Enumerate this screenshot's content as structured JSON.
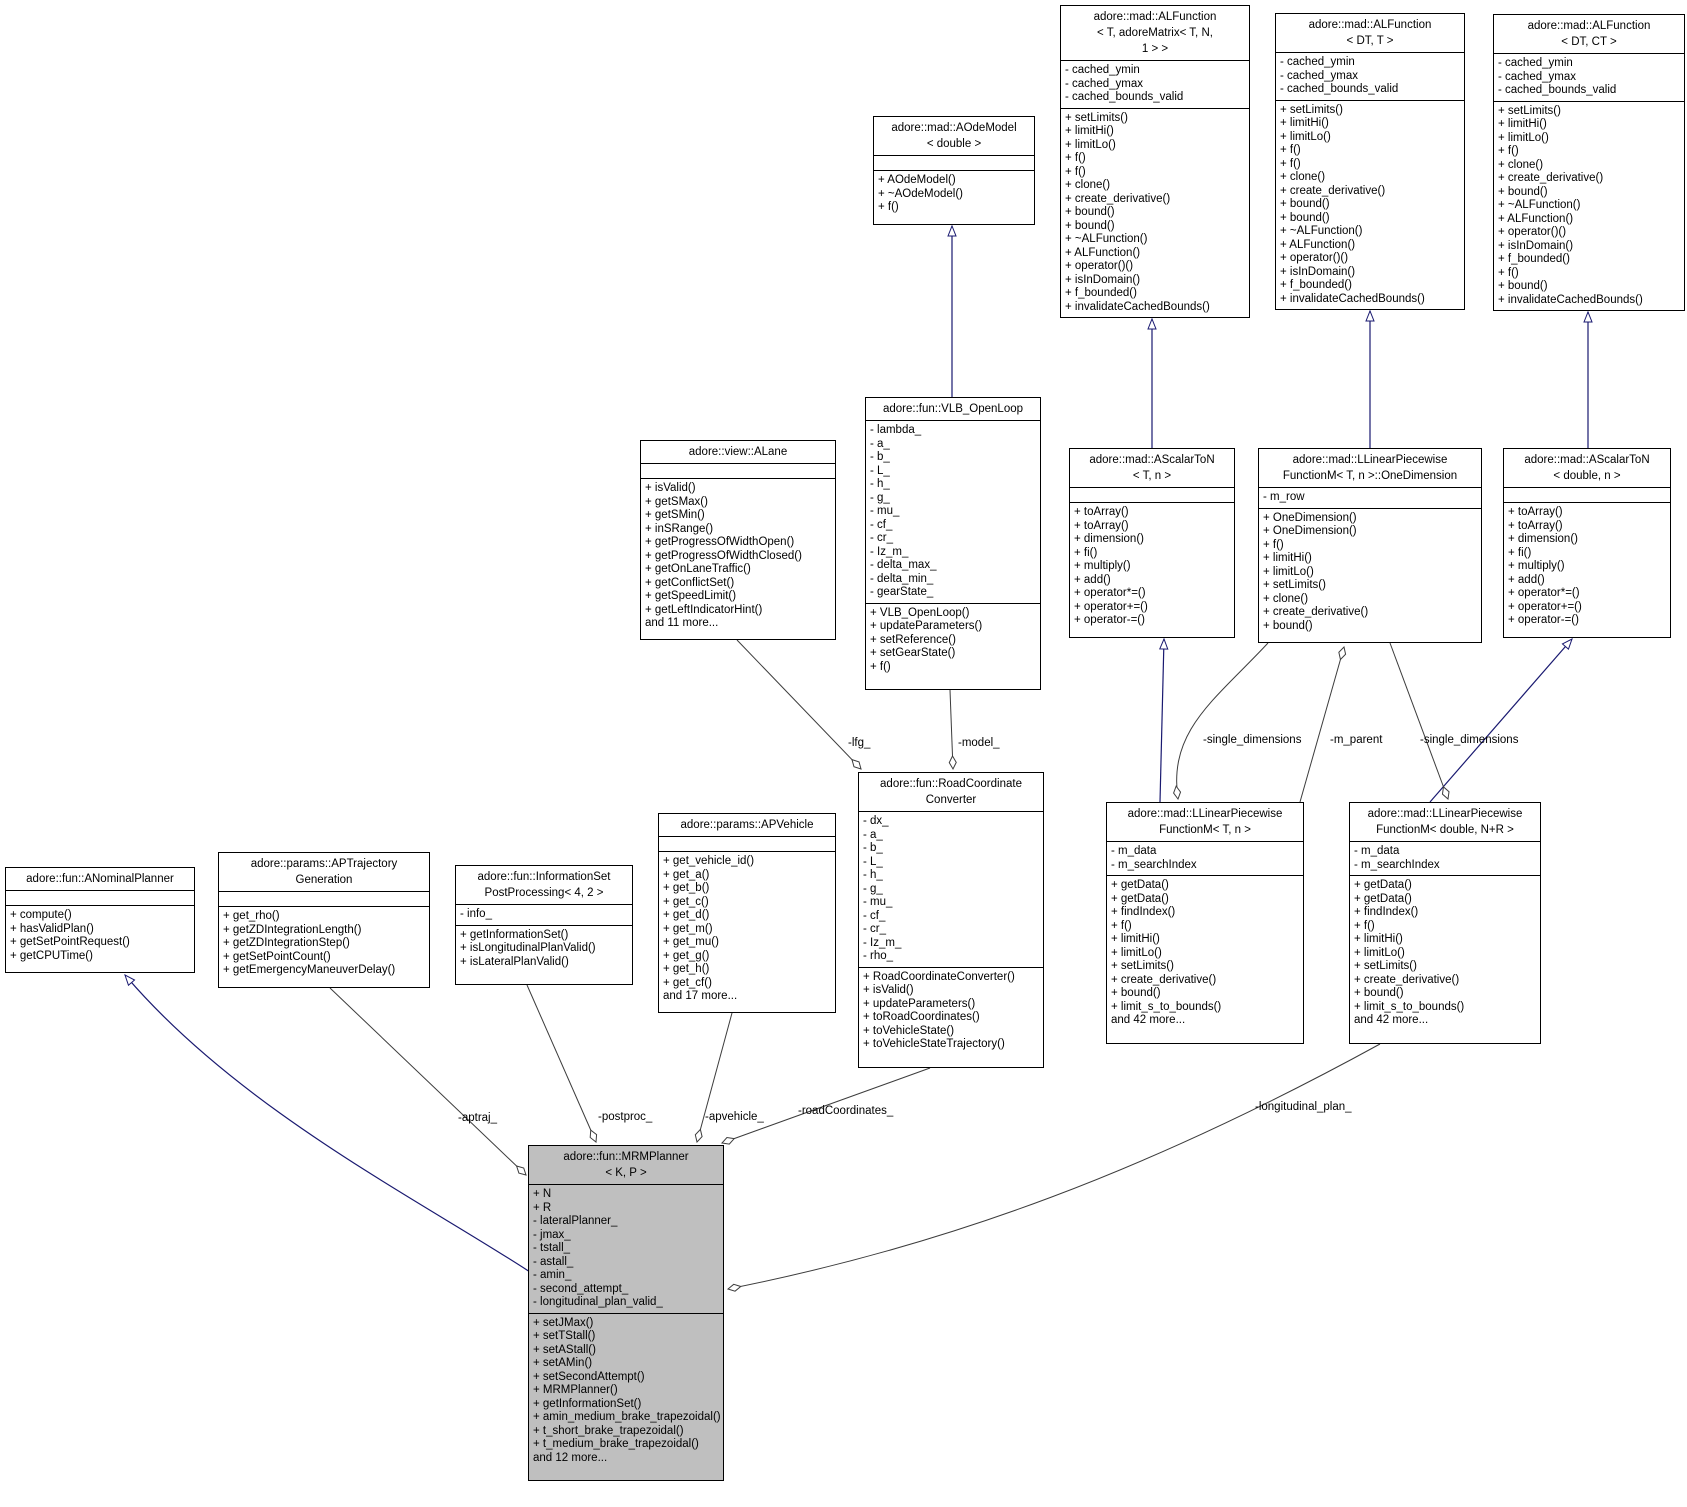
{
  "classes": {
    "alf_matrix": {
      "title": "adore::mad::ALFunction\n< T, adoreMatrix< T, N,\n1 > >",
      "attributes": [
        "- cached_ymin",
        "- cached_ymax",
        "- cached_bounds_valid"
      ],
      "methods": [
        "+ setLimits()",
        "+ limitHi()",
        "+ limitLo()",
        "+ f()",
        "+ f()",
        "+ clone()",
        "+ create_derivative()",
        "+ bound()",
        "+ bound()",
        "+ ~ALFunction()",
        "+ ALFunction()",
        "+ operator()()",
        "+ isInDomain()",
        "+ f_bounded()",
        "+ invalidateCachedBounds()"
      ]
    },
    "alf_dt_t": {
      "title": "adore::mad::ALFunction\n< DT, T >",
      "attributes": [
        "- cached_ymin",
        "- cached_ymax",
        "- cached_bounds_valid"
      ],
      "methods": [
        "+ setLimits()",
        "+ limitHi()",
        "+ limitLo()",
        "+ f()",
        "+ f()",
        "+ clone()",
        "+ create_derivative()",
        "+ bound()",
        "+ bound()",
        "+ ~ALFunction()",
        "+ ALFunction()",
        "+ operator()()",
        "+ isInDomain()",
        "+ f_bounded()",
        "+ invalidateCachedBounds()"
      ]
    },
    "alf_dt_ct": {
      "title": "adore::mad::ALFunction\n< DT, CT >",
      "attributes": [
        "- cached_ymin",
        "- cached_ymax",
        "- cached_bounds_valid"
      ],
      "methods": [
        "+ setLimits()",
        "+ limitHi()",
        "+ limitLo()",
        "+ f()",
        "+ clone()",
        "+ create_derivative()",
        "+ bound()",
        "+ ~ALFunction()",
        "+ ALFunction()",
        "+ operator()()",
        "+ isInDomain()",
        "+ f_bounded()",
        "+ f()",
        "+ bound()",
        "+ invalidateCachedBounds()"
      ]
    },
    "aode": {
      "title": "adore::mad::AOdeModel\n< double >",
      "attributes": [],
      "methods": [
        "+ AOdeModel()",
        "+ ~AOdeModel()",
        "+ f()"
      ]
    },
    "vlb": {
      "title": "adore::fun::VLB_OpenLoop",
      "attributes": [
        "- lambda_",
        "- a_",
        "- b_",
        "- L_",
        "- h_",
        "- g_",
        "- mu_",
        "- cf_",
        "- cr_",
        "- Iz_m_",
        "- delta_max_",
        "- delta_min_",
        "- gearState_"
      ],
      "methods": [
        "+ VLB_OpenLoop()",
        "+ updateParameters()",
        "+ setReference()",
        "+ setGearState()",
        "+ f()"
      ]
    },
    "alane": {
      "title": "adore::view::ALane",
      "attributes": [],
      "methods": [
        "+ isValid()",
        "+ getSMax()",
        "+ getSMin()",
        "+ inSRange()",
        "+ getProgressOfWidthOpen()",
        "+ getProgressOfWidthClosed()",
        "+ getOnLaneTraffic()",
        "+ getConflictSet()",
        "+ getSpeedLimit()",
        "+ getLeftIndicatorHint()",
        "and 11 more..."
      ]
    },
    "ascalar_tn": {
      "title": "adore::mad::AScalarToN\n< T, n >",
      "attributes": [],
      "methods": [
        "+ toArray()",
        "+ toArray()",
        "+ dimension()",
        "+ fi()",
        "+ multiply()",
        "+ add()",
        "+ operator*=()",
        "+ operator+=()",
        "+ operator-=()"
      ]
    },
    "onedim": {
      "title": "adore::mad::LLinearPiecewise\nFunctionM< T, n >::OneDimension",
      "attributes": [
        "- m_row"
      ],
      "methods": [
        "+ OneDimension()",
        "+ OneDimension()",
        "+ f()",
        "+ limitHi()",
        "+ limitLo()",
        "+ setLimits()",
        "+ clone()",
        "+ create_derivative()",
        "+ bound()"
      ]
    },
    "ascalar_dn": {
      "title": "adore::mad::AScalarToN\n< double, n >",
      "attributes": [],
      "methods": [
        "+ toArray()",
        "+ toArray()",
        "+ dimension()",
        "+ fi()",
        "+ multiply()",
        "+ add()",
        "+ operator*=()",
        "+ operator+=()",
        "+ operator-=()"
      ]
    },
    "rcc": {
      "title": "adore::fun::RoadCoordinate\nConverter",
      "attributes": [
        "- dx_",
        "- a_",
        "- b_",
        "- L_",
        "- h_",
        "- g_",
        "- mu_",
        "- cf_",
        "- cr_",
        "- Iz_m_",
        "- rho_"
      ],
      "methods": [
        "+ RoadCoordinateConverter()",
        "+ isValid()",
        "+ updateParameters()",
        "+ toRoadCoordinates()",
        "+ toVehicleState()",
        "+ toVehicleStateTrajectory()"
      ]
    },
    "apveh": {
      "title": "adore::params::APVehicle",
      "attributes": [],
      "methods": [
        "+ get_vehicle_id()",
        "+ get_a()",
        "+ get_b()",
        "+ get_c()",
        "+ get_d()",
        "+ get_m()",
        "+ get_mu()",
        "+ get_g()",
        "+ get_h()",
        "+ get_cf()",
        "and 17 more..."
      ]
    },
    "llpf_tn": {
      "title": "adore::mad::LLinearPiecewise\nFunctionM< T, n >",
      "attributes": [
        "- m_data",
        "- m_searchIndex"
      ],
      "methods": [
        "+ getData()",
        "+ getData()",
        "+ findIndex()",
        "+ f()",
        "+ limitHi()",
        "+ limitLo()",
        "+ setLimits()",
        "+ create_derivative()",
        "+ bound()",
        "+ limit_s_to_bounds()",
        "and 42 more..."
      ]
    },
    "llpf_dnr": {
      "title": "adore::mad::LLinearPiecewise\nFunctionM< double, N+R >",
      "attributes": [
        "- m_data",
        "- m_searchIndex"
      ],
      "methods": [
        "+ getData()",
        "+ getData()",
        "+ findIndex()",
        "+ f()",
        "+ limitHi()",
        "+ limitLo()",
        "+ setLimits()",
        "+ create_derivative()",
        "+ bound()",
        "+ limit_s_to_bounds()",
        "and 42 more..."
      ]
    },
    "anom": {
      "title": "adore::fun::ANominalPlanner",
      "attributes": [],
      "methods": [
        "+ compute()",
        "+ hasValidPlan()",
        "+ getSetPointRequest()",
        "+ getCPUTime()"
      ]
    },
    "aptraj": {
      "title": "adore::params::APTrajectory\nGeneration",
      "attributes": [],
      "methods": [
        "+ get_rho()",
        "+ getZDIntegrationLength()",
        "+ getZDIntegrationStep()",
        "+ getSetPointCount()",
        "+ getEmergencyManeuverDelay()"
      ]
    },
    "infoset": {
      "title": "adore::fun::InformationSet\nPostProcessing< 4, 2 >",
      "attributes": [
        "- info_"
      ],
      "methods": [
        "+ getInformationSet()",
        "+ isLongitudinalPlanValid()",
        "+ isLateralPlanValid()"
      ]
    },
    "mrm": {
      "title": "adore::fun::MRMPlanner\n< K, P >",
      "attributes": [
        "+ N",
        "+ R",
        "- lateralPlanner_",
        "- jmax_",
        "- tstall_",
        "- astall_",
        "- amin_",
        "- second_attempt_",
        "- longitudinal_plan_valid_"
      ],
      "methods": [
        "+ setJMax()",
        "+ setTStall()",
        "+ setAStall()",
        "+ setAMin()",
        "+ setSecondAttempt()",
        "+ MRMPlanner()",
        "+ getInformationSet()",
        "+ amin_medium_brake_trapezoidal()",
        "+ t_short_brake_trapezoidal()",
        "+ t_medium_brake_trapezoidal()",
        "and 12 more..."
      ]
    }
  },
  "edge_labels": {
    "lfg": "-lfg_",
    "model": "-model_",
    "single_dimensions_1": "-single_dimensions",
    "m_parent": "-m_parent",
    "single_dimensions_2": "-single_dimensions",
    "aptraj": "-aptraj_",
    "postproc": "-postproc_",
    "apvehicle": "-apvehicle_",
    "road_coordinates": "-roadCoordinates_",
    "longitudinal_plan": "-longitudinal_plan_"
  },
  "colors": {
    "inheritance_edge": "#191970",
    "usage_edge": "#3c3c3c",
    "box_border": "#000000",
    "box_fill": "#ffffff",
    "highlight_fill": "#bfbfbf"
  }
}
